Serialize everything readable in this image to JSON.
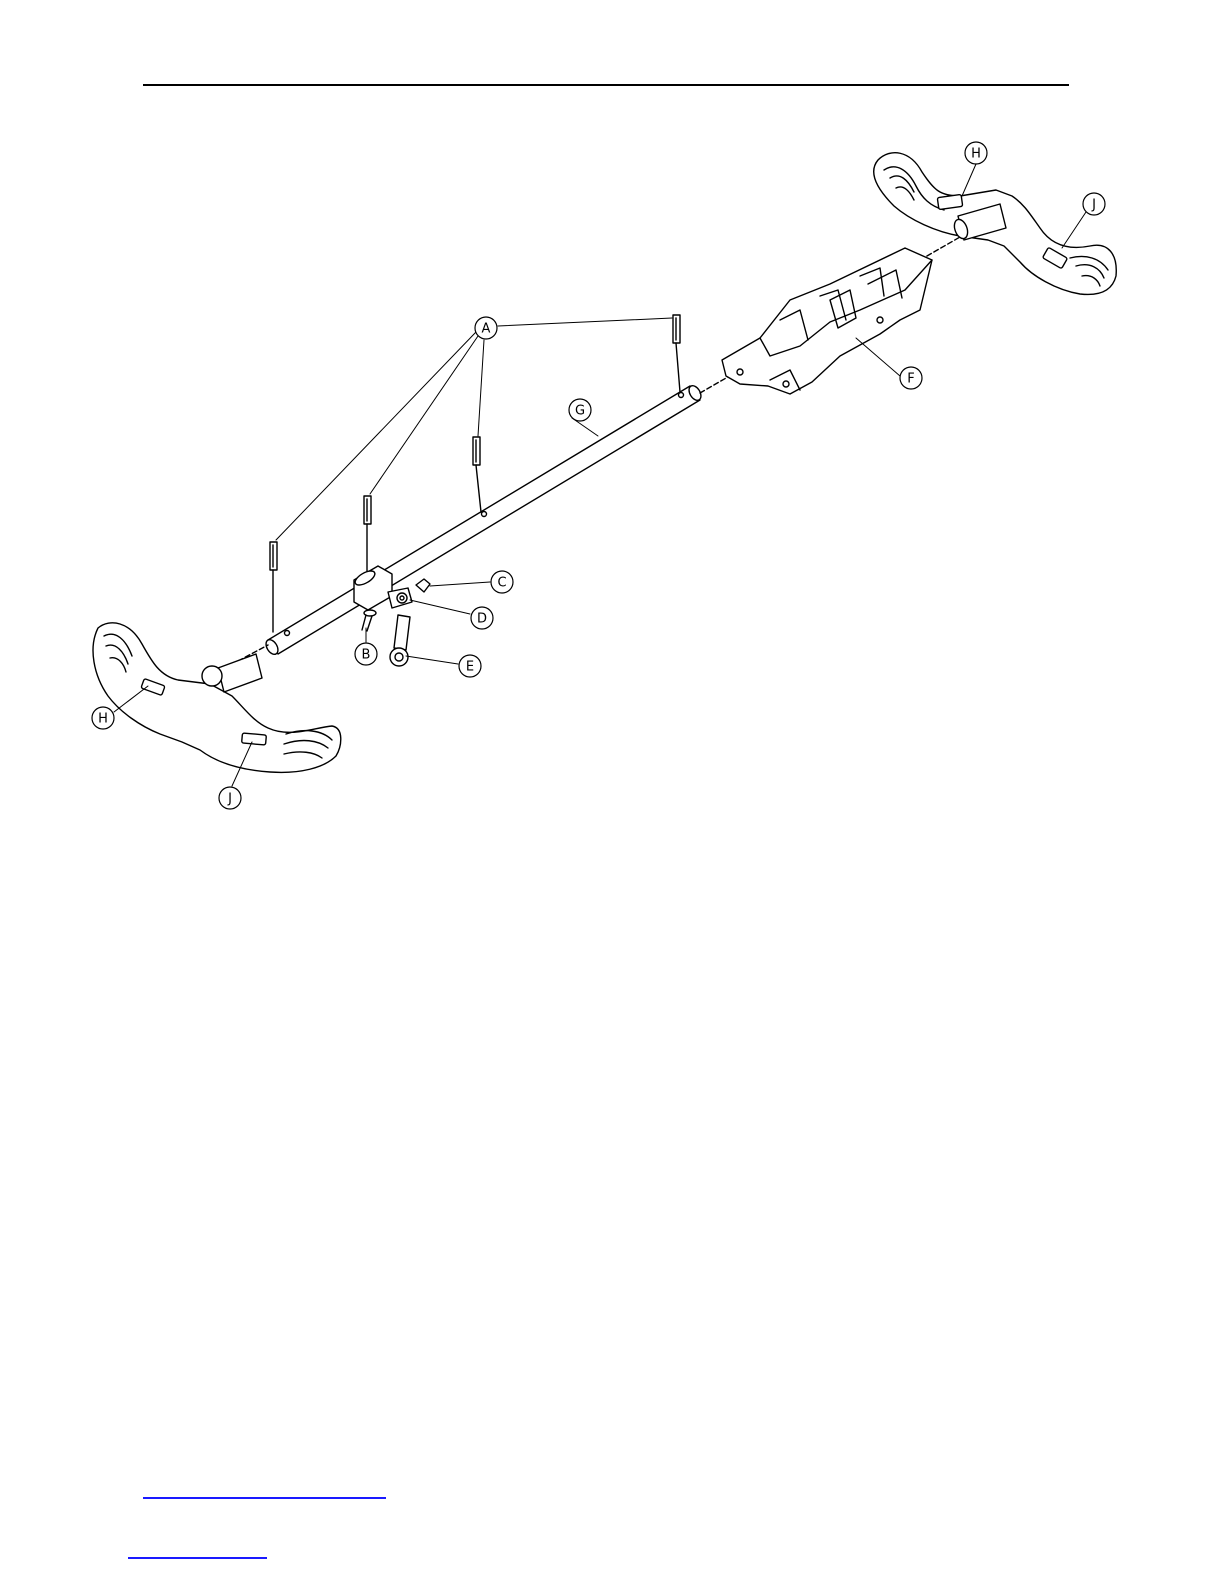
{
  "diagram": {
    "callouts": [
      {
        "id": "callout-a",
        "letter": "A"
      },
      {
        "id": "callout-b",
        "letter": "B"
      },
      {
        "id": "callout-c",
        "letter": "C"
      },
      {
        "id": "callout-d",
        "letter": "D"
      },
      {
        "id": "callout-e",
        "letter": "E"
      },
      {
        "id": "callout-f",
        "letter": "F"
      },
      {
        "id": "callout-g",
        "letter": "G"
      },
      {
        "id": "callout-h-right",
        "letter": "H"
      },
      {
        "id": "callout-j-right",
        "letter": "J"
      },
      {
        "id": "callout-h-left",
        "letter": "H"
      },
      {
        "id": "callout-j-left",
        "letter": "J"
      }
    ]
  },
  "colors": {
    "line": "#000000",
    "link": "#1a1aff",
    "background": "#ffffff"
  }
}
